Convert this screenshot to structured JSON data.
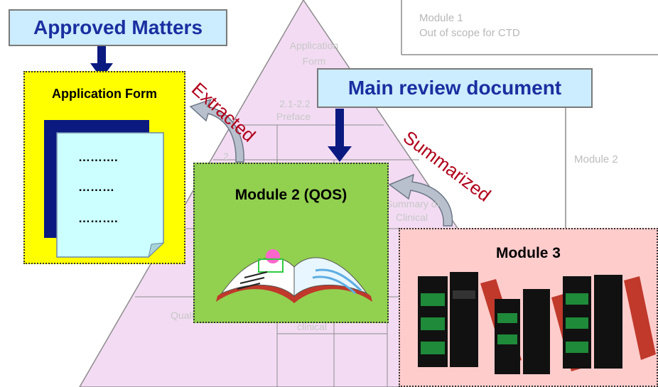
{
  "callouts": {
    "approved": "Approved Matters",
    "main_review": "Main review document"
  },
  "module1": {
    "line1": "Module 1",
    "line2": "Out of scope for CTD"
  },
  "module2_side": "Module 2",
  "pyramid_labels": {
    "application": "Application",
    "form": "Form",
    "preface": "2.1-2.2",
    "preface2": "Preface",
    "summary": "Summary of",
    "clinical": "Clinical",
    "quality": "Quality",
    "clinical_bottom": "clinical",
    "small_2": "2"
  },
  "application_form": {
    "title": "Application Form",
    "lines": [
      "……….",
      "………",
      "………."
    ]
  },
  "qos": {
    "title": "Module 2 (QOS)"
  },
  "module3": {
    "title": "Module 3"
  },
  "arrows": {
    "extracted": "Extracted",
    "summarized": "Summarized"
  },
  "colors": {
    "pyramid_fill": "#f3dcf3",
    "application_form_bg": "#ffff00",
    "qos_bg": "#92d050",
    "module3_bg": "#ffcccc",
    "callout_bg": "#ccecff",
    "callout_text": "#1a2fa0",
    "arrow_navy": "#0a1a80",
    "rotated_text": "#b0001a"
  }
}
